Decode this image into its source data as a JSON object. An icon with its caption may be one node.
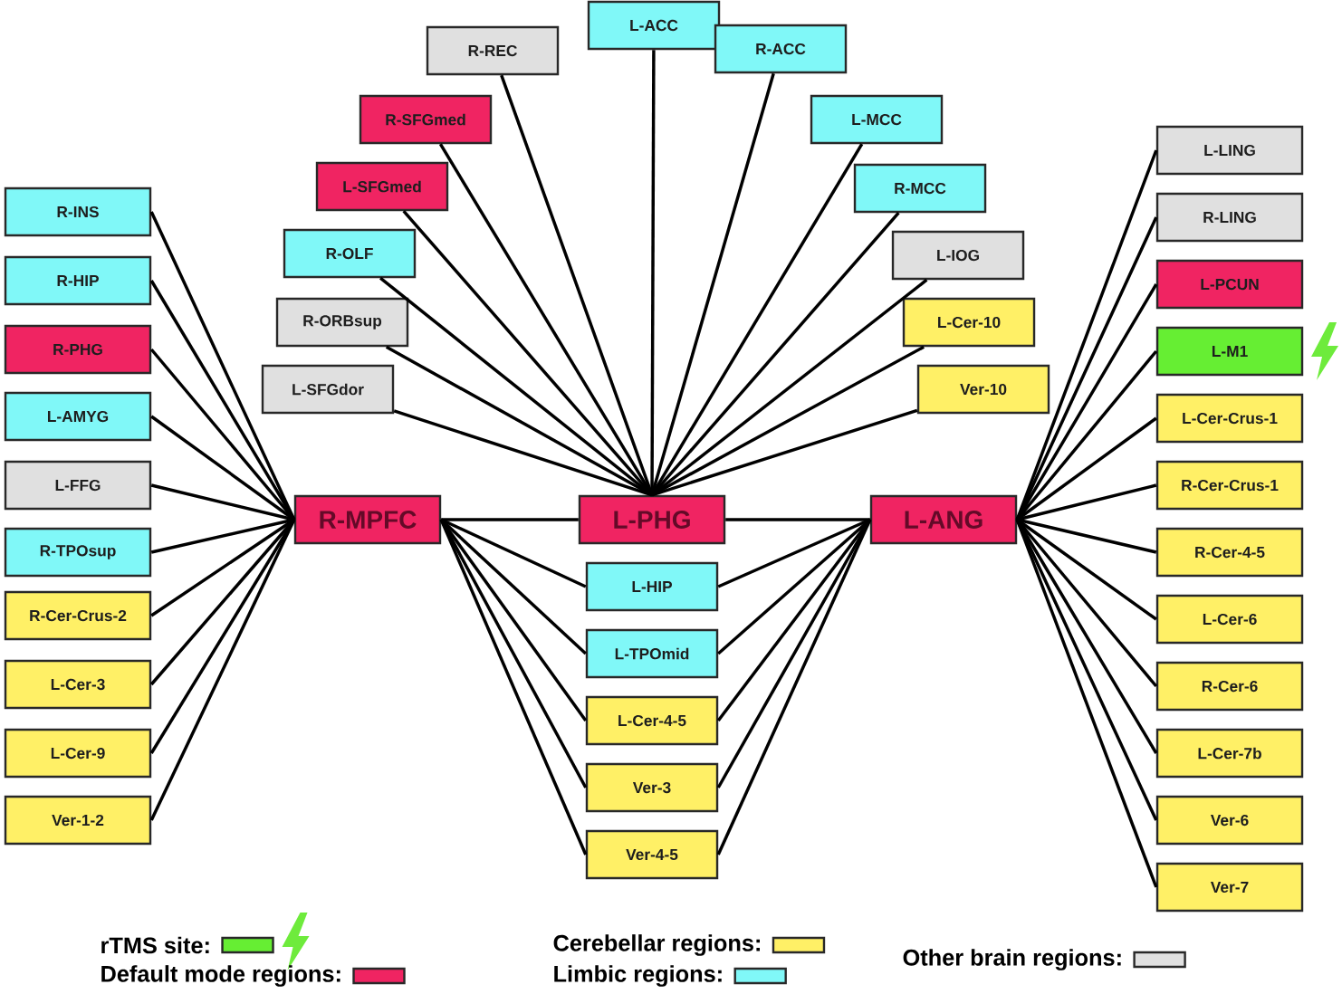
{
  "diagram": {
    "nodes": [
      {
        "text": [
          "R-REC"
        ]
      },
      {
        "text": [
          "L-ACC"
        ]
      },
      {
        "text": [
          "R-ACC"
        ]
      },
      {
        "text": [
          "R-SFGmed"
        ]
      },
      {
        "text": [
          "L-MCC"
        ]
      },
      {
        "text": [
          "L-SFGmed"
        ]
      },
      {
        "text": [
          "R-MCC"
        ]
      },
      {
        "text": [
          "R-OLF"
        ]
      },
      {
        "text": [
          "L-IOG"
        ]
      },
      {
        "text": [
          "R-ORBsup"
        ]
      },
      {
        "text": [
          "L-Cer-10"
        ]
      },
      {
        "text": [
          "L-SFGdor"
        ]
      },
      {
        "text": [
          "Ver-10"
        ]
      },
      {
        "text": [
          "R-INS"
        ]
      },
      {
        "text": [
          "R-HIP"
        ]
      },
      {
        "text": [
          "R-PHG"
        ]
      },
      {
        "text": [
          "L-AMYG"
        ]
      },
      {
        "text": [
          "L-FFG"
        ]
      },
      {
        "text": [
          "R-TPOsup"
        ]
      },
      {
        "text": [
          "R-Cer-Crus-2"
        ]
      },
      {
        "text": [
          "L-Cer-3"
        ]
      },
      {
        "text": [
          "L-Cer-9"
        ]
      },
      {
        "text": [
          "Ver-1-2"
        ]
      },
      {
        "text": [
          "L-LING"
        ]
      },
      {
        "text": [
          "R-LING"
        ]
      },
      {
        "text": [
          "L-PCUN"
        ]
      },
      {
        "text": [
          "L-M1"
        ]
      },
      {
        "text": [
          "L-Cer-Crus-1"
        ]
      },
      {
        "text": [
          "R-Cer-Crus-1"
        ]
      },
      {
        "text": [
          "R-Cer-4-5"
        ]
      },
      {
        "text": [
          "L-Cer-6"
        ]
      },
      {
        "text": [
          "R-Cer-6"
        ]
      },
      {
        "text": [
          "L-Cer-7b"
        ]
      },
      {
        "text": [
          "Ver-6"
        ]
      },
      {
        "text": [
          "Ver-7"
        ]
      },
      {
        "text": [
          "R-MPFC"
        ]
      },
      {
        "text": [
          "L-PHG"
        ]
      },
      {
        "text": [
          "L-ANG"
        ]
      },
      {
        "text": [
          "L-HIP"
        ]
      },
      {
        "text": [
          "L-TPOmid"
        ]
      },
      {
        "text": [
          "L-Cer-4-5"
        ]
      },
      {
        "text": [
          "Ver-3"
        ]
      },
      {
        "text": [
          "Ver-4-5"
        ]
      }
    ],
    "edges": [
      {
        "from": 36,
        "to": 0,
        "arrow": "none"
      },
      {
        "from": 36,
        "to": 1,
        "arrow": "none"
      },
      {
        "from": 36,
        "to": 2,
        "arrow": "none"
      },
      {
        "from": 36,
        "to": 3,
        "arrow": "none"
      },
      {
        "from": 36,
        "to": 4,
        "arrow": "none"
      },
      {
        "from": 36,
        "to": 5,
        "arrow": "none"
      },
      {
        "from": 36,
        "to": 6,
        "arrow": "none"
      },
      {
        "from": 36,
        "to": 7,
        "arrow": "none"
      },
      {
        "from": 36,
        "to": 8,
        "arrow": "none"
      },
      {
        "from": 36,
        "to": 9,
        "arrow": "none"
      },
      {
        "from": 36,
        "to": 10,
        "arrow": "none"
      },
      {
        "from": 36,
        "to": 11,
        "arrow": "none"
      },
      {
        "from": 36,
        "to": 12,
        "arrow": "none"
      },
      {
        "from": 35,
        "to": 13,
        "arrow": "none"
      },
      {
        "from": 35,
        "to": 14,
        "arrow": "none"
      },
      {
        "from": 35,
        "to": 15,
        "arrow": "none"
      },
      {
        "from": 35,
        "to": 16,
        "arrow": "none"
      },
      {
        "from": 35,
        "to": 17,
        "arrow": "none"
      },
      {
        "from": 35,
        "to": 18,
        "arrow": "none"
      },
      {
        "from": 35,
        "to": 19,
        "arrow": "none"
      },
      {
        "from": 35,
        "to": 20,
        "arrow": "none"
      },
      {
        "from": 35,
        "to": 21,
        "arrow": "none"
      },
      {
        "from": 35,
        "to": 22,
        "arrow": "none"
      },
      {
        "from": 37,
        "to": 23,
        "arrow": "none"
      },
      {
        "from": 37,
        "to": 24,
        "arrow": "none"
      },
      {
        "from": 37,
        "to": 25,
        "arrow": "none"
      },
      {
        "from": 37,
        "to": 26,
        "arrow": "none"
      },
      {
        "from": 37,
        "to": 27,
        "arrow": "none"
      },
      {
        "from": 37,
        "to": 28,
        "arrow": "none"
      },
      {
        "from": 37,
        "to": 29,
        "arrow": "none"
      },
      {
        "from": 37,
        "to": 30,
        "arrow": "none"
      },
      {
        "from": 37,
        "to": 31,
        "arrow": "none"
      },
      {
        "from": 37,
        "to": 32,
        "arrow": "none"
      },
      {
        "from": 37,
        "to": 33,
        "arrow": "none"
      },
      {
        "from": 37,
        "to": 34,
        "arrow": "none"
      },
      {
        "from": 35,
        "to": 36,
        "arrow": "none"
      },
      {
        "from": 36,
        "to": 37,
        "arrow": "none"
      },
      {
        "from": 35,
        "to": 38,
        "arrow": "none"
      },
      {
        "from": 35,
        "to": 39,
        "arrow": "none"
      },
      {
        "from": 35,
        "to": 40,
        "arrow": "none"
      },
      {
        "from": 35,
        "to": 41,
        "arrow": "none"
      },
      {
        "from": 35,
        "to": 42,
        "arrow": "none"
      },
      {
        "from": 37,
        "to": 38,
        "arrow": "none"
      },
      {
        "from": 37,
        "to": 39,
        "arrow": "none"
      },
      {
        "from": 37,
        "to": 40,
        "arrow": "none"
      },
      {
        "from": 37,
        "to": 41,
        "arrow": "none"
      },
      {
        "from": 37,
        "to": 42,
        "arrow": "none"
      }
    ],
    "legend": [
      {
        "text": "rTMS site:",
        "color": "#66ee33"
      },
      {
        "text": "Default  mode regions:",
        "color": "#f02462"
      },
      {
        "text": "Cerebellar regions:",
        "color": "#fff066"
      },
      {
        "text": "Limbic regions:",
        "color": "#80f8f8"
      },
      {
        "text": "Other brain regions:",
        "color": "#e0e0e0"
      }
    ]
  }
}
